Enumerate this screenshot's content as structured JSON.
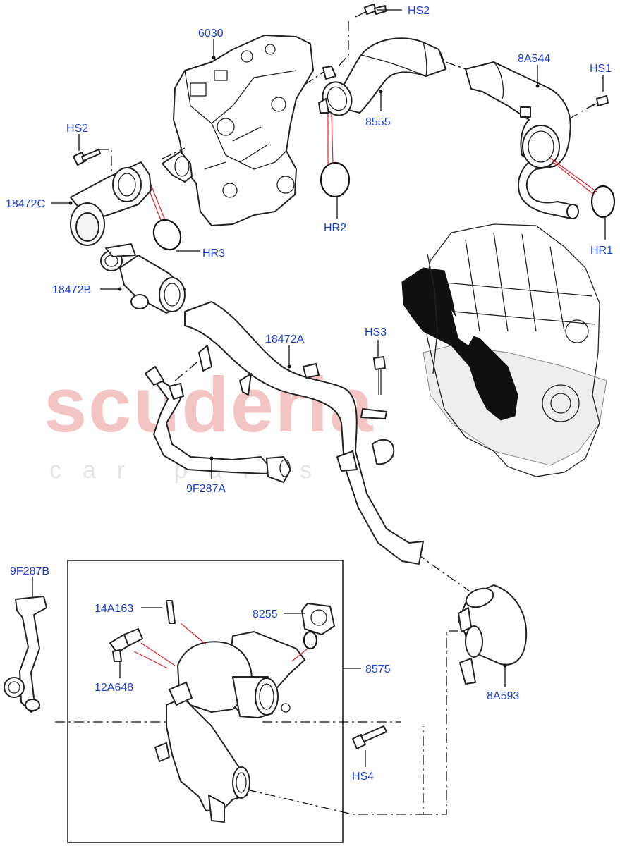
{
  "watermark": {
    "main": "scuderia",
    "sub": "car parts"
  },
  "labels": {
    "hs2_top": "HS2",
    "p6030": "6030",
    "p8a544": "8A544",
    "hs1": "HS1",
    "hs2_left": "HS2",
    "p18472c": "18472C",
    "p8555": "8555",
    "hr2": "HR2",
    "hr3": "HR3",
    "hr1": "HR1",
    "p18472b": "18472B",
    "hs3": "HS3",
    "p18472a": "18472A",
    "p9f287a": "9F287A",
    "p9f287b": "9F287B",
    "p14a163": "14A163",
    "p8255": "8255",
    "p8575": "8575",
    "p12a648": "12A648",
    "hs4": "HS4",
    "p8a593": "8A593"
  },
  "colors": {
    "label": "#1a3fd8",
    "leader": "#111111",
    "seal_leader": "#e8202a",
    "watermark": "#f3c4c4",
    "engine_highlight": "#111111"
  }
}
